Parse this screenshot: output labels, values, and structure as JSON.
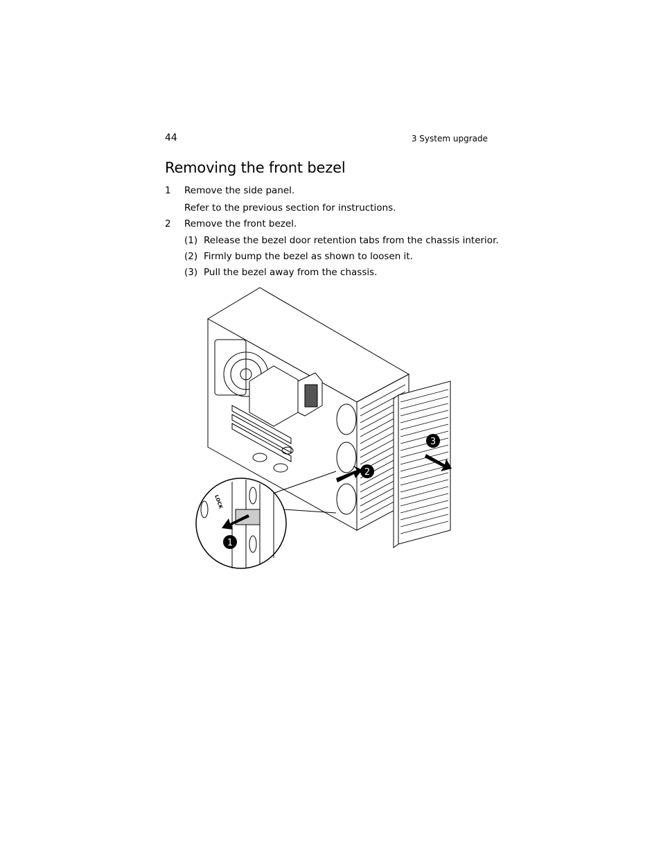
{
  "header": {
    "page_number": "44",
    "chapter": "3 System upgrade"
  },
  "section": {
    "title": "Removing the front bezel"
  },
  "steps": [
    {
      "number": "1",
      "text": "Remove the side panel.",
      "note": "Refer to the previous section for instructions."
    },
    {
      "number": "2",
      "text": "Remove the front bezel.",
      "substeps": [
        {
          "label": "(1)",
          "text": "Release the bezel door retention tabs from the chassis interior."
        },
        {
          "label": "(2)",
          "text": "Firmly bump the bezel as shown to loosen it."
        },
        {
          "label": "(3)",
          "text": "Pull the bezel away from the chassis."
        }
      ]
    }
  ],
  "figure": {
    "callouts": [
      "1",
      "2",
      "3"
    ],
    "tab_label": "LOCK"
  }
}
